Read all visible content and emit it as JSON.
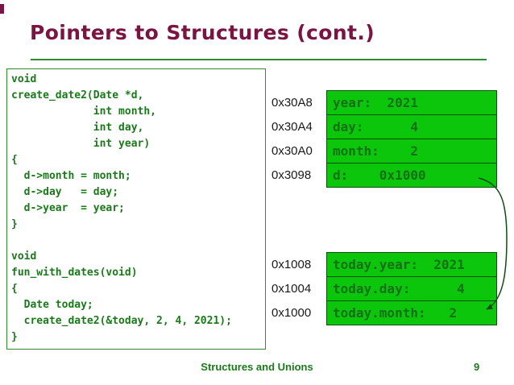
{
  "slide": {
    "title": "Pointers to Structures (cont.)",
    "footer_label": "Structures and Unions",
    "page_number": "9"
  },
  "code": {
    "lines": [
      "void",
      "create_date2(Date *d,",
      "             int month,",
      "             int day,",
      "             int year)",
      "{",
      "  d->month = month;",
      "  d->day   = day;",
      "  d->year  = year;",
      "}",
      "",
      "void",
      "fun_with_dates(void)",
      "{",
      "  Date today;",
      "  create_date2(&today, 2, 4, 2021);",
      "}"
    ]
  },
  "memory_top": {
    "rows": [
      {
        "address": "0x30A8",
        "content": "year:  2021"
      },
      {
        "address": "0x30A4",
        "content": "day:      4"
      },
      {
        "address": "0x30A0",
        "content": "month:    2"
      },
      {
        "address": "0x3098",
        "content": "d:    0x1000"
      }
    ]
  },
  "memory_bottom": {
    "rows": [
      {
        "address": "0x1008",
        "content": "today.year:  2021"
      },
      {
        "address": "0x1004",
        "content": "today.day:      4"
      },
      {
        "address": "0x1000",
        "content": "today.month:   2"
      }
    ]
  },
  "arrow": {
    "from": "d: 0x1000",
    "to": "today.month row at 0x1000"
  },
  "colors": {
    "title_maroon": "#7a1442",
    "code_green": "#1a7a1a",
    "rule_green": "#2e8b2e",
    "box_fill_green": "#0cc60c",
    "box_border_dark_green": "#0d4d0d",
    "box_text_green": "#147014",
    "address_black": "#1a1a1a",
    "arrow_dark_green": "#0d4d0d"
  }
}
